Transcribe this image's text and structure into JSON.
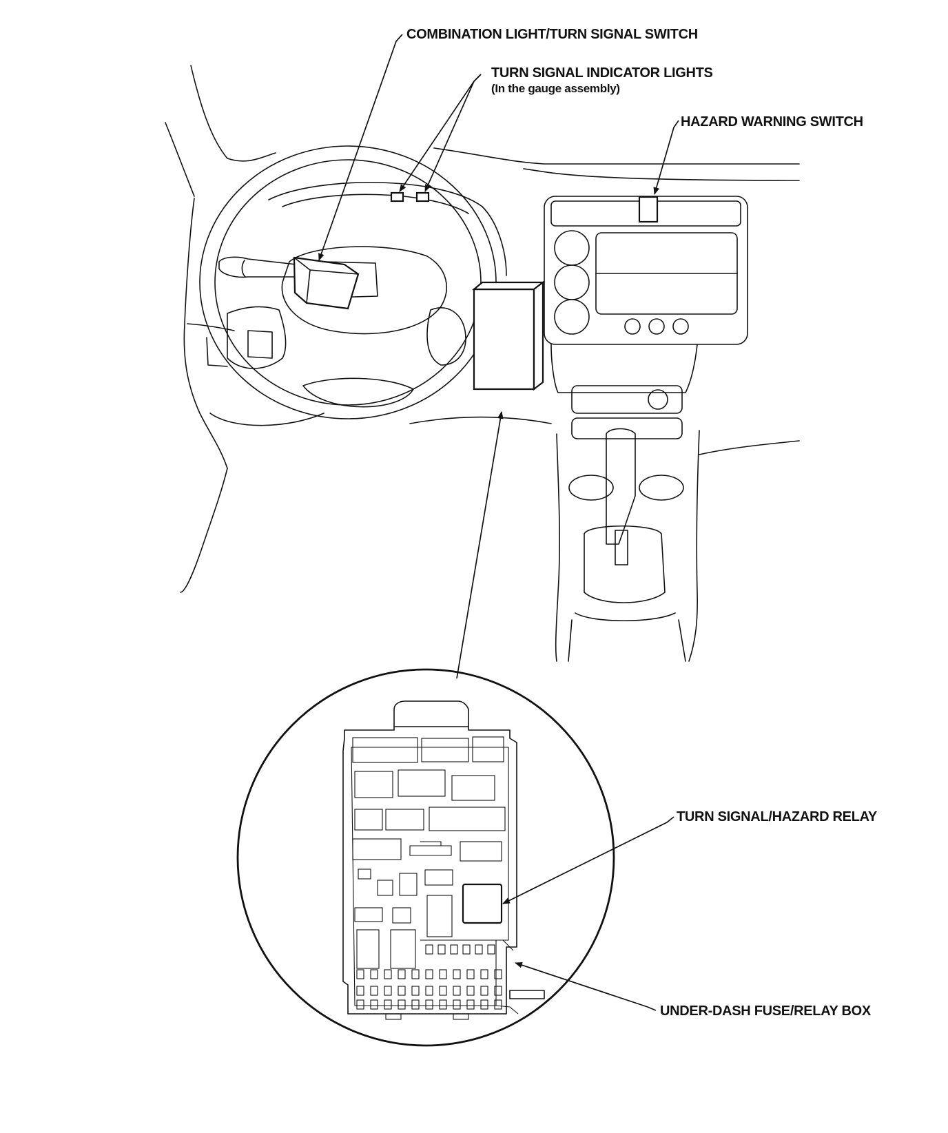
{
  "labels": {
    "combination_switch": "COMBINATION LIGHT/TURN SIGNAL SWITCH",
    "indicator_lights": "TURN SIGNAL INDICATOR LIGHTS",
    "indicator_lights_note": "(In the gauge assembly)",
    "hazard_switch": "HAZARD WARNING SWITCH",
    "hazard_relay": "TURN SIGNAL/HAZARD RELAY",
    "fuse_box": "UNDER-DASH FUSE/RELAY BOX"
  },
  "colors": {
    "line": "#111111",
    "background": "#ffffff"
  }
}
